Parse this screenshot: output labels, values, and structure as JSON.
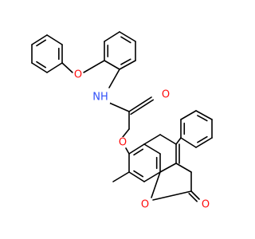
{
  "molecule": {
    "atoms": {
      "O_ether": {
        "symbol": "O",
        "color": "#ff0d0d"
      },
      "N_amide": {
        "symbol": "NH",
        "color": "#3050f8"
      },
      "O_carbonyl": {
        "symbol": "O",
        "color": "#ff0d0d"
      },
      "O_aryl": {
        "symbol": "O",
        "color": "#ff0d0d"
      },
      "O_ring": {
        "symbol": "O",
        "color": "#ff0d0d"
      },
      "O_lactone": {
        "symbol": "O",
        "color": "#ff0d0d"
      }
    }
  }
}
